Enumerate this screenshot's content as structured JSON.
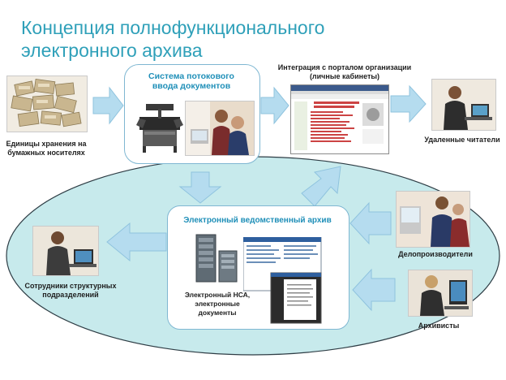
{
  "title": "Концепция полнофункционального электронного архива",
  "colors": {
    "title": "#2fa0b9",
    "ellipse": "#c7eaec",
    "arrow": "#b5dcef",
    "box_border": "#7fb7d2",
    "box_title": "#1f8fb8"
  },
  "labels": {
    "paper_units": "Единицы хранения на бумажных носителях",
    "intake_system": "Система потокового ввода документов",
    "portal": "Интеграция с порталом организации (личные кабинеты)",
    "remote_readers": "Удаленные читатели",
    "dept_archive": "Электронный ведомственный архив",
    "nsa_docs": "Электронный НСА, электронные документы",
    "staff": "Сотрудники структурных подразделений",
    "clerks": "Делопроизводители",
    "archivists": "Архивисты"
  },
  "icons": [
    "paper-stack",
    "scanner",
    "operators-photo",
    "portal-screenshot",
    "remote-reader-photo",
    "server-rack",
    "documents-screens",
    "staff-photo",
    "clerks-photo",
    "archivists-photo"
  ]
}
